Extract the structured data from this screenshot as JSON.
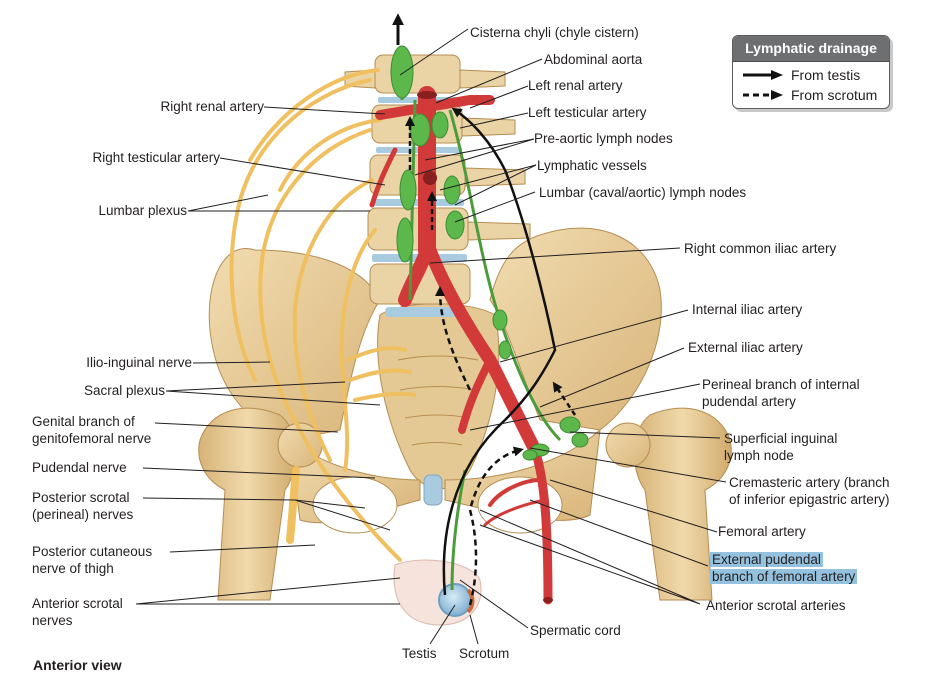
{
  "figure": {
    "view_caption": "Anterior view",
    "colors": {
      "bone": "#e8cfa0",
      "bone_shade": "#c9a56c",
      "nerve": "#f0c060",
      "artery": "#d23a3a",
      "lymph": "#5cb84a",
      "cartilage": "#a9cbe0",
      "highlight": "#94c1de",
      "legend_header": "#6e6f71"
    }
  },
  "legend": {
    "title": "Lymphatic drainage",
    "items": [
      {
        "style": "solid",
        "label": "From testis"
      },
      {
        "style": "dashed",
        "label": "From scrotum"
      }
    ]
  },
  "labels": {
    "left": [
      {
        "id": "right-renal-artery",
        "text": "Right renal artery"
      },
      {
        "id": "right-testicular-artery",
        "text": "Right testicular artery"
      },
      {
        "id": "lumbar-plexus",
        "text": "Lumbar plexus"
      },
      {
        "id": "ilio-inguinal-nerve",
        "text": "Ilio-inguinal nerve"
      },
      {
        "id": "sacral-plexus",
        "text": "Sacral plexus"
      },
      {
        "id": "genital-branch",
        "line1": "Genital branch of",
        "line2": "genitofemoral nerve"
      },
      {
        "id": "pudendal-nerve",
        "text": "Pudendal nerve"
      },
      {
        "id": "posterior-scrotal-nerves",
        "line1": "Posterior scrotal",
        "line2": "(perineal) nerves"
      },
      {
        "id": "posterior-cutaneous-nerve",
        "line1": "Posterior cutaneous",
        "line2": "nerve of thigh"
      },
      {
        "id": "anterior-scrotal-nerves",
        "line1": "Anterior scrotal",
        "line2": "nerves"
      }
    ],
    "right": [
      {
        "id": "cisterna-chyli",
        "text": "Cisterna chyli (chyle cistern)"
      },
      {
        "id": "abdominal-aorta",
        "text": "Abdominal aorta"
      },
      {
        "id": "left-renal-artery",
        "text": "Left renal artery"
      },
      {
        "id": "left-testicular-artery",
        "text": "Left testicular artery"
      },
      {
        "id": "pre-aortic-lymph-nodes",
        "text": "Pre-aortic lymph nodes"
      },
      {
        "id": "lymphatic-vessels",
        "text": "Lymphatic vessels"
      },
      {
        "id": "lumbar-lymph-nodes",
        "text": "Lumbar (caval/aortic) lymph nodes"
      },
      {
        "id": "right-common-iliac-artery",
        "text": "Right common iliac artery"
      },
      {
        "id": "internal-iliac-artery",
        "text": "Internal iliac artery"
      },
      {
        "id": "external-iliac-artery",
        "text": "External iliac artery"
      },
      {
        "id": "perineal-branch",
        "line1": "Perineal branch of internal",
        "line2": "pudendal artery"
      },
      {
        "id": "superficial-inguinal-node",
        "line1": "Superficial inguinal",
        "line2": "lymph node"
      },
      {
        "id": "cremasteric-artery",
        "line1": "Cremasteric artery (branch",
        "line2": "of inferior epigastric artery)"
      },
      {
        "id": "femoral-artery",
        "text": "Femoral artery"
      },
      {
        "id": "external-pudendal-branch",
        "line1": "External pudendal",
        "line2": "branch of femoral artery",
        "highlighted": true
      },
      {
        "id": "anterior-scrotal-arteries",
        "text": "Anterior scrotal arteries"
      }
    ],
    "bottom": [
      {
        "id": "testis",
        "text": "Testis"
      },
      {
        "id": "scrotum",
        "text": "Scrotum"
      },
      {
        "id": "spermatic-cord",
        "text": "Spermatic cord"
      }
    ]
  }
}
